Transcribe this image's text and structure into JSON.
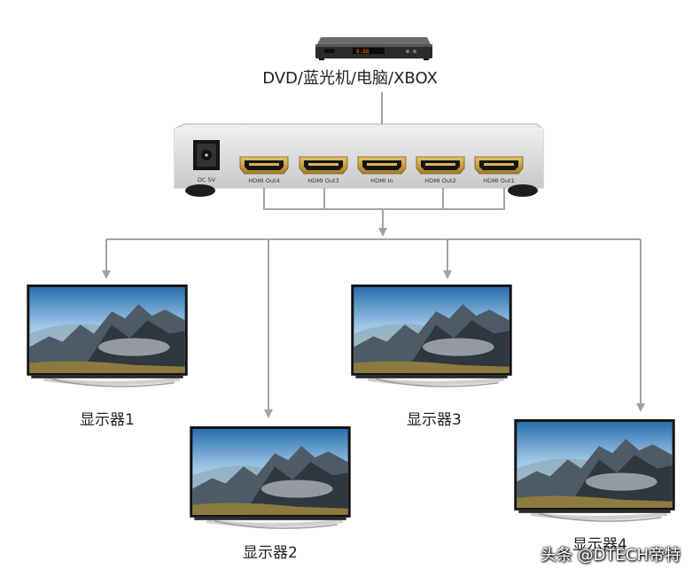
{
  "source": {
    "label": "DVD/蓝光机/电脑/XBOX",
    "player_display": "8:88"
  },
  "splitter": {
    "power_label": "DC 5V",
    "ports": [
      "HDMI Out4",
      "HDMI Out3",
      "HDMI In",
      "HDMI Out2",
      "HDMI Out1"
    ]
  },
  "displays": [
    {
      "label": "显示器1"
    },
    {
      "label": "显示器2"
    },
    {
      "label": "显示器3"
    },
    {
      "label": "显示器4"
    }
  ],
  "watermark": "头条 @DTECH帝特",
  "colors": {
    "connector": "#a3a3a3",
    "port_gold": "#c9a24a",
    "chassis": "#d9dadc"
  }
}
